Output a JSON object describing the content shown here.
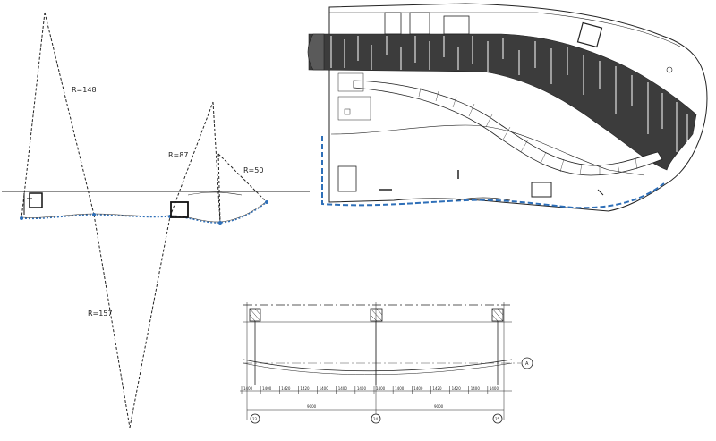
{
  "radius_labels": {
    "r148": "R=148",
    "r87": "R=87",
    "r50": "R=50",
    "r157": "R=157"
  },
  "section": {
    "spacing_labels": [
      "1400",
      "1400",
      "1420",
      "1420",
      "1400",
      "1400",
      "1400",
      "1400",
      "1400",
      "1400",
      "1420",
      "1420",
      "1400",
      "1400"
    ],
    "span_left": "9000",
    "span_right": "9000",
    "axis_a": "A",
    "axis_23": "23",
    "axis_24": "24",
    "axis_25": "25"
  },
  "colors": {
    "blue_edge": "#2e6fb8",
    "dark_panel": "#3c3c3c",
    "line": "#222222"
  }
}
